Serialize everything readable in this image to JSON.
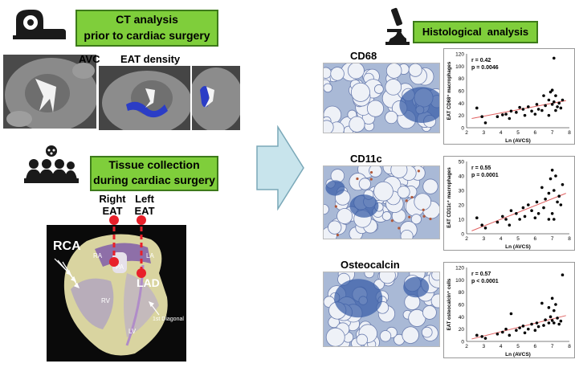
{
  "ct_box": {
    "line1": "CT analysis",
    "line2": "prior to cardiac surgery"
  },
  "ct_labels": {
    "avc": "AVC",
    "eat_density": "EAT density"
  },
  "tissue_box": {
    "line1": "Tissue collection",
    "line2": "during cardiac surgery"
  },
  "heart": {
    "right_eat": [
      "Right",
      "EAT"
    ],
    "left_eat": [
      "Left",
      "EAT"
    ],
    "rca": "RCA",
    "lad": "LAD",
    "ra": "RA",
    "pa": "PA",
    "la": "LA",
    "rv": "RV",
    "lv": "LV",
    "diagonal": "1st Diagonal"
  },
  "histo_box": {
    "label": "Histological  analysis"
  },
  "stains": [
    "CD68",
    "CD11c",
    "Osteocalcin"
  ],
  "colors": {
    "green": "#7fce3b",
    "arrow": "#c8e4ec",
    "stain_blue": "#3b5fa8",
    "fit_line": "#e06060",
    "red_pin": "#e8202a"
  },
  "chart_data": [
    {
      "type": "scatter",
      "stain": "CD68",
      "xlabel": "Ln (AVCS)",
      "ylabel": "EAT CD68⁺ macrophages",
      "xlim": [
        2,
        8
      ],
      "ylim": [
        0,
        120
      ],
      "xticks": [
        2,
        3,
        4,
        5,
        6,
        7,
        8
      ],
      "yticks": [
        0,
        20,
        40,
        60,
        80,
        100,
        120
      ],
      "stat_r": "r = 0.42",
      "stat_p": "p = 0.0046",
      "points": [
        [
          2.6,
          32
        ],
        [
          2.9,
          18
        ],
        [
          3.1,
          8
        ],
        [
          3.8,
          18
        ],
        [
          4.1,
          21
        ],
        [
          4.3,
          22
        ],
        [
          4.6,
          27
        ],
        [
          4.9,
          25
        ],
        [
          5.1,
          33
        ],
        [
          5.3,
          30
        ],
        [
          5.6,
          34
        ],
        [
          5.8,
          27
        ],
        [
          6.1,
          38
        ],
        [
          6.2,
          30
        ],
        [
          6.4,
          28
        ],
        [
          6.5,
          52
        ],
        [
          6.6,
          36
        ],
        [
          6.8,
          45
        ],
        [
          6.9,
          58
        ],
        [
          7.0,
          61
        ],
        [
          7.0,
          38
        ],
        [
          7.1,
          42
        ],
        [
          7.2,
          52
        ],
        [
          7.2,
          28
        ],
        [
          7.3,
          34
        ],
        [
          7.4,
          40
        ],
        [
          7.5,
          32
        ],
        [
          7.6,
          45
        ],
        [
          6.0,
          22
        ],
        [
          5.4,
          20
        ],
        [
          4.5,
          15
        ],
        [
          6.8,
          20
        ],
        [
          7.1,
          113
        ]
      ],
      "fit": [
        [
          2.3,
          15
        ],
        [
          7.8,
          44
        ]
      ]
    },
    {
      "type": "scatter",
      "stain": "CD11c",
      "xlabel": "Ln (AVCS)",
      "ylabel": "EAT CD11c⁺ macrophages",
      "xlim": [
        2,
        8
      ],
      "ylim": [
        0,
        50
      ],
      "xticks": [
        2,
        3,
        4,
        5,
        6,
        7,
        8
      ],
      "yticks": [
        0,
        10,
        20,
        30,
        40,
        50
      ],
      "stat_r": "r = 0.55",
      "stat_p": "p = 0.0001",
      "points": [
        [
          2.6,
          11
        ],
        [
          2.9,
          6
        ],
        [
          3.1,
          4
        ],
        [
          3.8,
          8
        ],
        [
          4.1,
          12
        ],
        [
          4.3,
          10
        ],
        [
          4.6,
          16
        ],
        [
          4.9,
          14
        ],
        [
          5.1,
          10
        ],
        [
          5.3,
          18
        ],
        [
          5.6,
          20
        ],
        [
          5.8,
          16
        ],
        [
          6.1,
          22
        ],
        [
          6.2,
          14
        ],
        [
          6.4,
          32
        ],
        [
          6.5,
          18
        ],
        [
          6.6,
          24
        ],
        [
          6.8,
          28
        ],
        [
          6.9,
          38
        ],
        [
          7.0,
          44
        ],
        [
          7.0,
          14
        ],
        [
          7.1,
          30
        ],
        [
          7.2,
          40
        ],
        [
          7.3,
          22
        ],
        [
          7.4,
          26
        ],
        [
          7.5,
          20
        ],
        [
          7.6,
          34
        ],
        [
          6.0,
          11
        ],
        [
          5.4,
          12
        ],
        [
          4.5,
          6
        ],
        [
          7.1,
          10
        ],
        [
          6.8,
          10
        ]
      ],
      "fit": [
        [
          2.3,
          2
        ],
        [
          7.8,
          28
        ]
      ]
    },
    {
      "type": "scatter",
      "stain": "Osteocalcin",
      "xlabel": "Ln (AVCS)",
      "ylabel": "EAT osteocalcin⁺ cells",
      "xlim": [
        2,
        8
      ],
      "ylim": [
        0,
        120
      ],
      "xticks": [
        2,
        3,
        4,
        5,
        6,
        7,
        8
      ],
      "yticks": [
        0,
        20,
        40,
        60,
        80,
        100,
        120
      ],
      "stat_r": "r = 0.57",
      "stat_p": "p < 0.0001",
      "points": [
        [
          2.6,
          10
        ],
        [
          2.9,
          8
        ],
        [
          3.1,
          5
        ],
        [
          3.8,
          12
        ],
        [
          4.1,
          15
        ],
        [
          4.3,
          20
        ],
        [
          4.6,
          45
        ],
        [
          4.9,
          18
        ],
        [
          5.1,
          22
        ],
        [
          5.3,
          25
        ],
        [
          5.6,
          20
        ],
        [
          5.8,
          28
        ],
        [
          6.1,
          30
        ],
        [
          6.2,
          24
        ],
        [
          6.4,
          62
        ],
        [
          6.5,
          26
        ],
        [
          6.6,
          35
        ],
        [
          6.8,
          30
        ],
        [
          6.9,
          40
        ],
        [
          7.0,
          70
        ],
        [
          7.0,
          34
        ],
        [
          7.1,
          30
        ],
        [
          7.2,
          60
        ],
        [
          7.3,
          38
        ],
        [
          7.4,
          28
        ],
        [
          7.5,
          33
        ],
        [
          7.6,
          108
        ],
        [
          6.0,
          18
        ],
        [
          5.4,
          14
        ],
        [
          4.5,
          10
        ],
        [
          7.1,
          50
        ],
        [
          6.8,
          55
        ]
      ],
      "fit": [
        [
          2.3,
          4
        ],
        [
          7.8,
          42
        ]
      ]
    }
  ]
}
